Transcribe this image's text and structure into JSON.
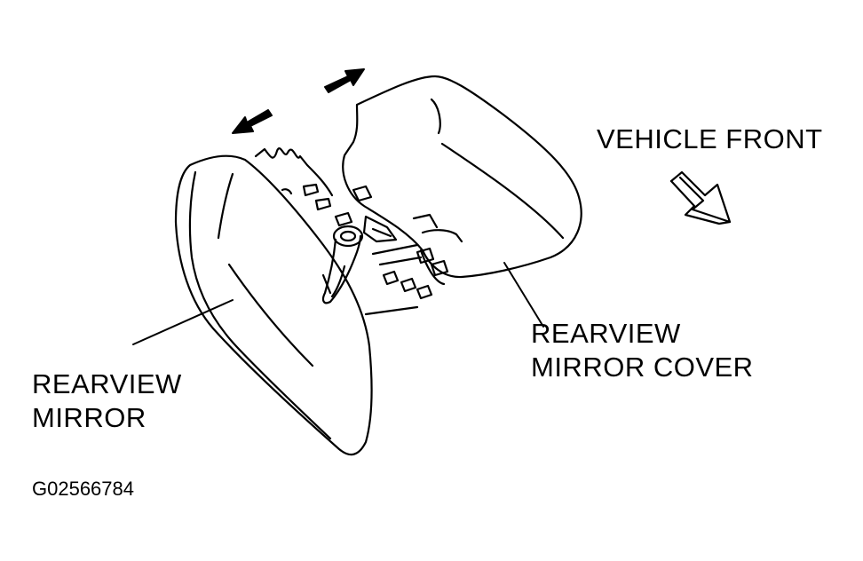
{
  "labels": {
    "vehicle_front": "VEHICLE FRONT",
    "mirror_cover_line1": "REARVIEW",
    "mirror_cover_line2": "MIRROR COVER",
    "mirror_line1": "REARVIEW",
    "mirror_line2": "MIRROR"
  },
  "figure_code": "G02566784",
  "colors": {
    "ink": "#000000",
    "paper": "#ffffff"
  },
  "icons": [
    "double-arrow-icon",
    "outline-arrow-icon"
  ]
}
